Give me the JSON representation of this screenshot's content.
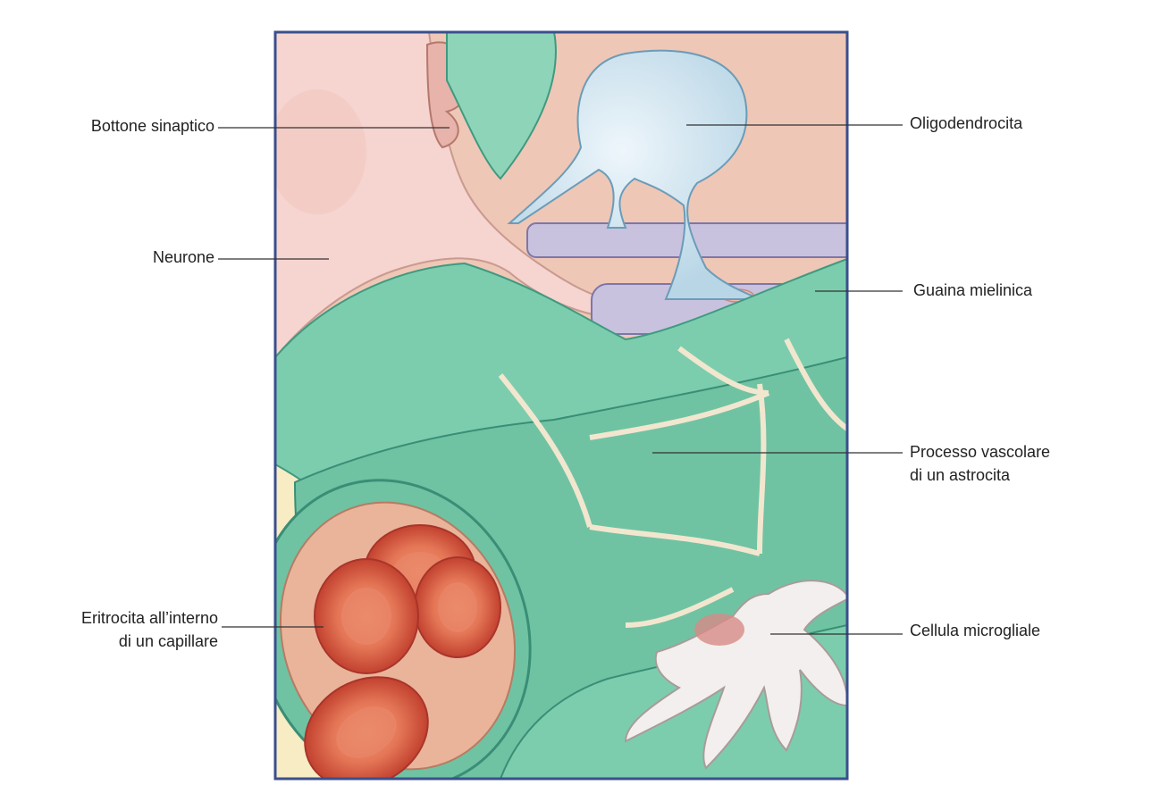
{
  "figure": {
    "labels": {
      "bottone_sinaptico": "Bottone sinaptico",
      "neurone": "Neurone",
      "eritrocita_line1": "Eritrocita all’interno",
      "eritrocita_line2": "di un capillare",
      "oligodendrocita": "Oligodendrocita",
      "guaina_mielinica": "Guaina mielinica",
      "processo_line1": "Processo vascolare",
      "processo_line2": "di un astrocita",
      "cellula_microgliale": "Cellula microgliale"
    },
    "colors": {
      "frame_border": "#3a4f8c",
      "neuron_pink": "#f6d4d0",
      "background_peach": "#efc7b6",
      "background_yellow": "#f7ecc4",
      "astrocyte_green": "#7ccdae",
      "astrocyte_dark": "#3f9a80",
      "oligodendrocyte_blue": "#cfe3ee",
      "myelin_lavender": "#c8c2de",
      "erythrocyte_red": "#d65a43",
      "capillary_inner": "#e9b49a",
      "microglia_white": "#f3efee",
      "leader_line": "#333333"
    }
  }
}
